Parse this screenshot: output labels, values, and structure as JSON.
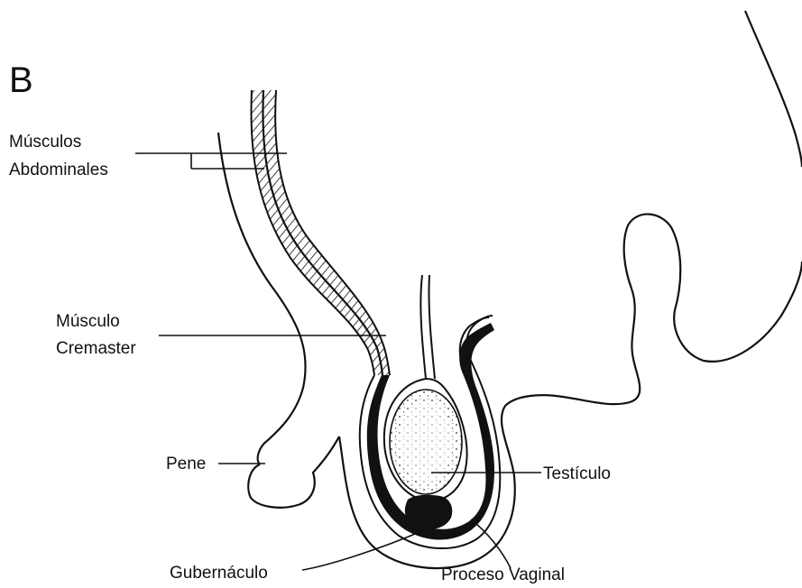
{
  "panel_letter": "B",
  "labels": {
    "musculos_line1": "Músculos",
    "musculos_line2": "Abdominales",
    "cremaster_line1": "Músculo",
    "cremaster_line2": "Cremaster",
    "pene": "Pene",
    "testiculo": "Testículo",
    "gubernaculo": "Gubernáculo",
    "proceso_vaginal": "Proceso Vaginal"
  },
  "colors": {
    "ink": "#111111",
    "background": "#ffffff"
  }
}
